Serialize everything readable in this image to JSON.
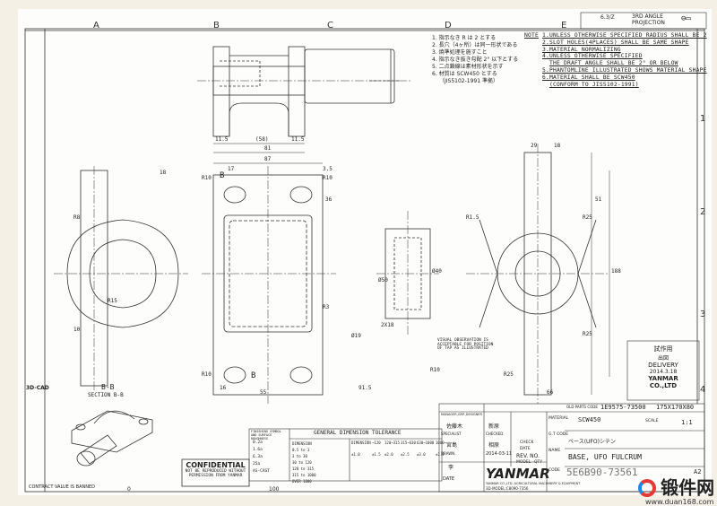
{
  "grid": {
    "cols": [
      "A",
      "B",
      "C",
      "D",
      "E"
    ],
    "rows": [
      "1",
      "2",
      "3",
      "4"
    ]
  },
  "notes_jp": [
    "1. 指示なき R は 2 とする",
    "2. 長穴（4ヶ所）は同一形状である",
    "3. 焼準処理を施すこと",
    "4. 指示なき抜き勾配 2° 以下とする",
    "5. 二点鎖線は素材形状を示す",
    "6. 材質は SCW450 とする",
    "（JIS5102-1991 準拠）"
  ],
  "notes_en": {
    "label": "NOTE",
    "items": [
      "1.UNLESS OTHERWISE SPECIFIED RADIUS SHALL BE 2",
      "2.SLOT HOLES(4PLACES) SHALL BE SAME SHAPE",
      "3.MATERIAL NORMALIZING",
      "4.UNLESS OTHERWISE SPECIFIED",
      "THE DRAFT ANGLE SHALL BE 2° OR BELOW",
      "5.PHANTOMLINE ILLUSTRATED SHOWS MATERIAL SHAPE",
      "6.MATERIAL SHALL BE SCW450",
      "(CONFORM TO JIS5102-1991)"
    ]
  },
  "projection": {
    "label1": "3RD ANGLE",
    "label2": "PROJECTION",
    "unit": "6.3/Z"
  },
  "dims": [
    "11.5",
    "(58)",
    "11.5",
    "81",
    "87",
    "17",
    "3.5",
    "R10",
    "R10",
    "R10",
    "36",
    "R15",
    "R3",
    "55",
    "16",
    "18",
    "R8",
    "10",
    "91.5",
    "Ø40",
    "Ø50",
    "2X18",
    "R25",
    "R25",
    "29",
    "18",
    "51",
    "188",
    "66",
    "R25",
    "R1.5",
    "R10",
    "Ø19"
  ],
  "section": {
    "mark": "B",
    "view_label": "B-B",
    "view_title": "SECTION B-B"
  },
  "annotation": "VISUAL OBSERVATION IS ACCEPTABLE FOR POSITION OF TAP AS ILLUSTRATED",
  "stamp": {
    "line1": "試作用",
    "line2": "出図",
    "line3": "DELIVERY",
    "date": "2014.3.18",
    "company1": "YANMAR",
    "company2": "CO.,LTD"
  },
  "confidential": {
    "title": "CONFIDENTIAL",
    "line1": "NOT BE REPRODUCED WITHOUT",
    "line2": "PERMISSION FROM YANMAR"
  },
  "left_strip": {
    "cad": "3D-CAD",
    "footer": "CONTRACT VALUE IS BANNED"
  },
  "scale_ruler": {
    "label": "100",
    "zero": "0"
  },
  "tolerance": {
    "title": "GENERAL DIMENSION TOLERANCE",
    "finish_title": "FINISHING SYMBOL AND SURFACE ROUGHNESS",
    "finish_rows": [
      "0.2a",
      "1.6a",
      "6.3a",
      "25a",
      "AS-CAST"
    ],
    "dim_header": "DIMENSION",
    "ranges": [
      "0.5 to 3",
      "3 to 30",
      "30 to 120",
      "120 to 315",
      "315 to 1000",
      "OVER 1000"
    ],
    "columns": [
      "DIMENSION",
      "~120",
      "120~315",
      "315~630",
      "630~1000",
      "1000~"
    ],
    "values": [
      "±1.0",
      "±1.5",
      "±2.0",
      "±2.5",
      "±3.0",
      "±1.5"
    ]
  },
  "title_block": {
    "old_parts_code_label": "OLD PARTS CODE",
    "old_parts_code": "1E9575-73500",
    "stock_size": "175X170X80",
    "material_label": "MATERIAL",
    "material": "SCW450",
    "scale_label": "SCALE",
    "scale": "1:1",
    "designer_label": "MANAGER,GRP.,DESIGNER",
    "checker_label": "CHECKED",
    "specialist_label": "SPECIALIST",
    "drawn_label": "DRAWN",
    "date_label": "DATE",
    "date": "2014-03-11",
    "designer_sig": "佐藤木",
    "checker_sig": "新原",
    "specialist_sig": "宮島",
    "checked_sig": "相原",
    "drawn_sig": "李",
    "rev_no": "REV. NO.",
    "rev_date": "DATE",
    "rev_check": "CHECK",
    "rev_model": "MODEL",
    "rev_qty": "QTY",
    "brand": "YANMAR",
    "company": "YANMAR CO.,LTD. AGRICULTURAL MACHINERY & EQUIPMENT",
    "model_file": "3D-MODEL:C8090-7356",
    "gt_code_label": "G.T CODE",
    "name_label": "NAME",
    "name_jp": "ベース(UFO)シテン",
    "name_en": "BASE, UFO FULCRUM",
    "code_label": "CODE",
    "code": "5E6B90-73561",
    "sheet_size": "A2"
  },
  "watermark": {
    "text": "锻件网",
    "url": "www.duan168.com"
  }
}
